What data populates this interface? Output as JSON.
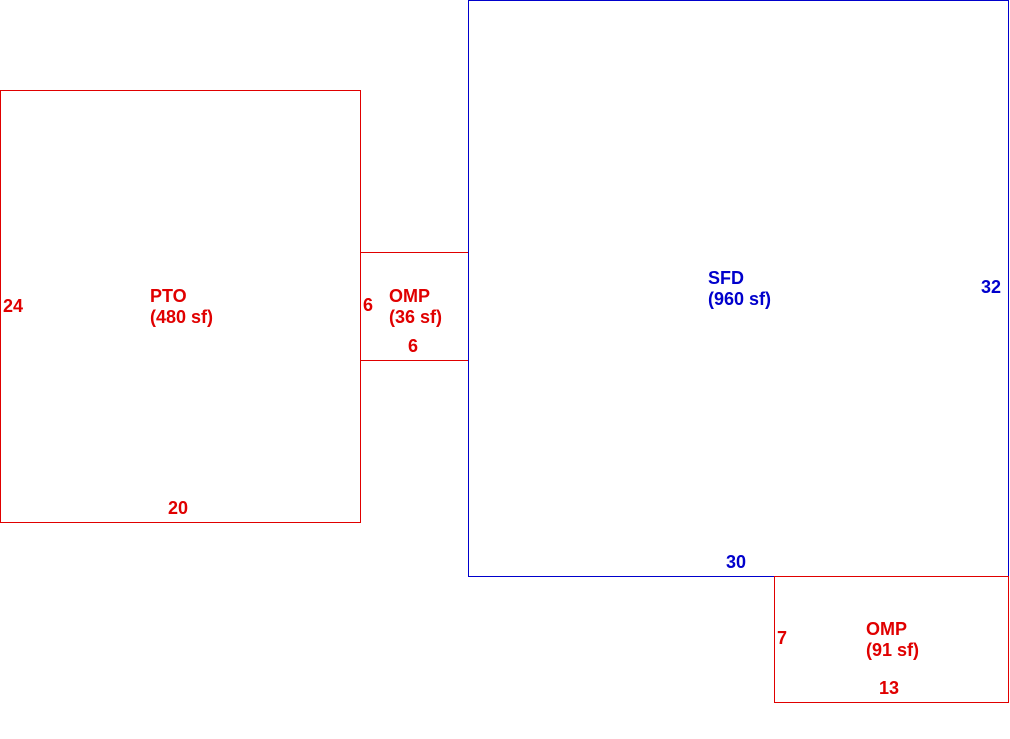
{
  "colors": {
    "addition": "#e00000",
    "main_structure": "#0000cc"
  },
  "sketch": {
    "pto": {
      "code": "PTO",
      "area": "(480 sf)",
      "side_dim": "24",
      "bottom_dim": "20"
    },
    "omp_small": {
      "code": "OMP",
      "area": "(36 sf)",
      "side_dim": "6",
      "bottom_dim": "6"
    },
    "sfd": {
      "code": "SFD",
      "area": "(960 sf)",
      "side_dim": "32",
      "bottom_dim": "30"
    },
    "omp_large": {
      "code": "OMP",
      "area": "(91 sf)",
      "side_dim": "7",
      "bottom_dim": "13"
    }
  }
}
